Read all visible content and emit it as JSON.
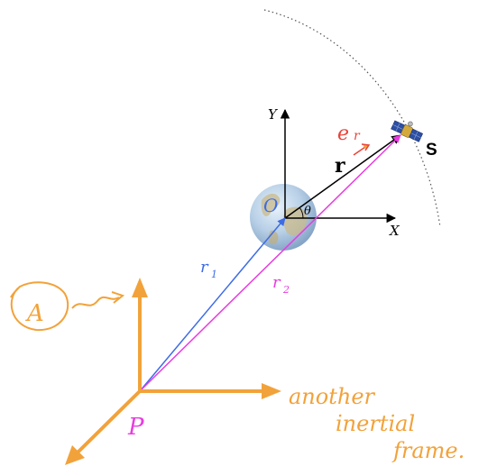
{
  "labels": {
    "axis_y": "Y",
    "axis_x": "X",
    "position_vector": "r",
    "angle": "θ",
    "satellite": "S",
    "unit_vector": "e",
    "unit_vector_sub": "r",
    "origin": "O",
    "vec_r1": "r",
    "vec_r1_sub": "1",
    "vec_r2": "r",
    "vec_r2_sub": "2",
    "point_a": "A",
    "point_p": "P",
    "note_line1": "another",
    "note_line2": "inertial",
    "note_line3": "frame."
  },
  "icons": {
    "earth": "earth-globe-icon",
    "satellite": "satellite-icon"
  },
  "colors": {
    "annotation_orange": "#F2A23A",
    "vector_blue": "#3D6CE6",
    "vector_magenta": "#E83CE0",
    "ink_red": "#E8443A",
    "ink_black": "#000000"
  }
}
